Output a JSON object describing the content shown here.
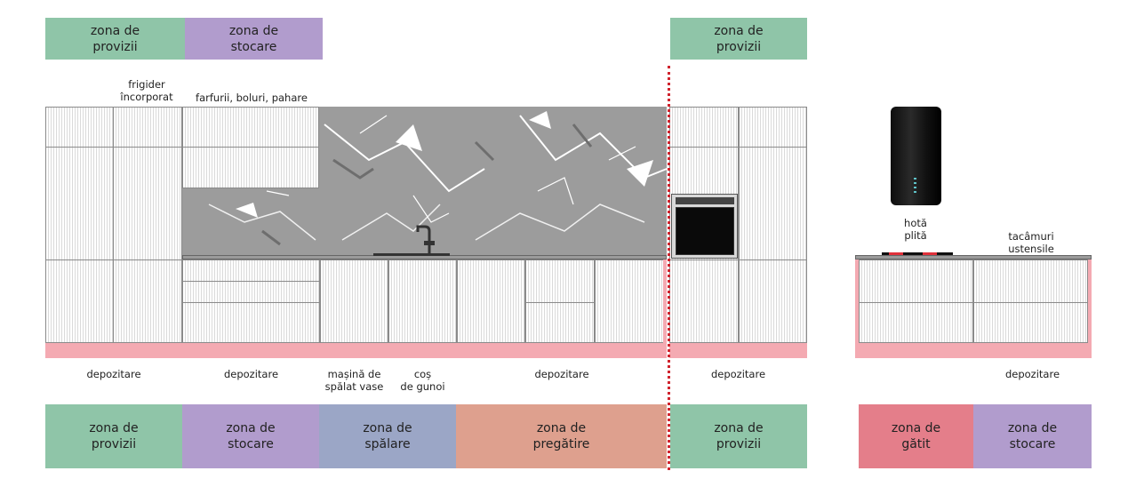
{
  "colors": {
    "provizii": "#8fc5a8",
    "stocare": "#b19ccd",
    "spalare": "#9ba6c6",
    "pregatire": "#dea08e",
    "gatit": "#e47e8a",
    "plinth": "#f4aab2",
    "divider": "#d0232d"
  },
  "top_zones": [
    {
      "key": "provizii",
      "label": "zona de\nprovizii"
    },
    {
      "key": "stocare",
      "label": "zona de\nstocare"
    },
    {
      "key": "provizii",
      "label": "zona de\nprovizii"
    }
  ],
  "top_labels": {
    "fridge": "frigider\nîncorporat",
    "dishes": "farfurii, boluri, pahare",
    "hood_hob": "hotă\nplită",
    "cutlery": "tacâmuri\nustensile"
  },
  "bottom_labels": {
    "storage_1": "depozitare",
    "storage_2": "depozitare",
    "dishwasher": "mașină de\nspălat vase",
    "bin": "coș\nde gunoi",
    "storage_3": "depozitare",
    "storage_4": "depozitare",
    "storage_5": "depozitare"
  },
  "bottom_zones": [
    {
      "key": "provizii",
      "label": "zona de\nprovizii"
    },
    {
      "key": "stocare",
      "label": "zona de\nstocare"
    },
    {
      "key": "spalare",
      "label": "zona de\nspălare"
    },
    {
      "key": "pregatire",
      "label": "zona de\npregătire"
    },
    {
      "key": "provizii",
      "label": "zona de\nprovizii"
    },
    {
      "key": "gatit",
      "label": "zona de\ngătit"
    },
    {
      "key": "stocare",
      "label": "zona de\nstocare"
    }
  ]
}
